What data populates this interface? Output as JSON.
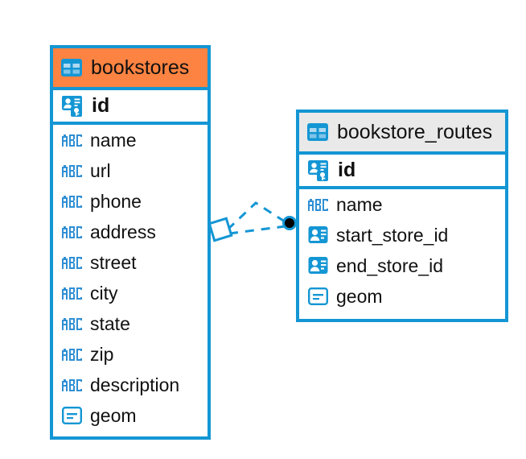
{
  "diagram": {
    "type": "entity-relationship-diagram",
    "background_color": "#ffffff",
    "accent_color": "#1496d4",
    "tables": [
      {
        "name": "bookstores",
        "header_color": "#fc8341",
        "table_icon": "table-icon",
        "primary_key": {
          "label": "id",
          "icon": "primary-key-icon"
        },
        "fields": [
          {
            "label": "name",
            "icon": "text-field-icon"
          },
          {
            "label": "url",
            "icon": "text-field-icon"
          },
          {
            "label": "phone",
            "icon": "text-field-icon"
          },
          {
            "label": "address",
            "icon": "text-field-icon"
          },
          {
            "label": "street",
            "icon": "text-field-icon"
          },
          {
            "label": "city",
            "icon": "text-field-icon"
          },
          {
            "label": "state",
            "icon": "text-field-icon"
          },
          {
            "label": "zip",
            "icon": "text-field-icon"
          },
          {
            "label": "description",
            "icon": "text-field-icon"
          },
          {
            "label": "geom",
            "icon": "geometry-field-icon"
          }
        ]
      },
      {
        "name": "bookstore_routes",
        "header_color": "#e9e9e9",
        "table_icon": "table-icon",
        "primary_key": {
          "label": "id",
          "icon": "primary-key-icon"
        },
        "fields": [
          {
            "label": "name",
            "icon": "text-field-icon"
          },
          {
            "label": "start_store_id",
            "icon": "foreign-key-icon"
          },
          {
            "label": "end_store_id",
            "icon": "foreign-key-icon"
          },
          {
            "label": "geom",
            "icon": "geometry-field-icon"
          }
        ]
      }
    ],
    "relationship": {
      "style": "dashed",
      "color": "#1496d4",
      "source_marker": "diamond-marker",
      "target_marker": "filled-circle-marker"
    }
  }
}
